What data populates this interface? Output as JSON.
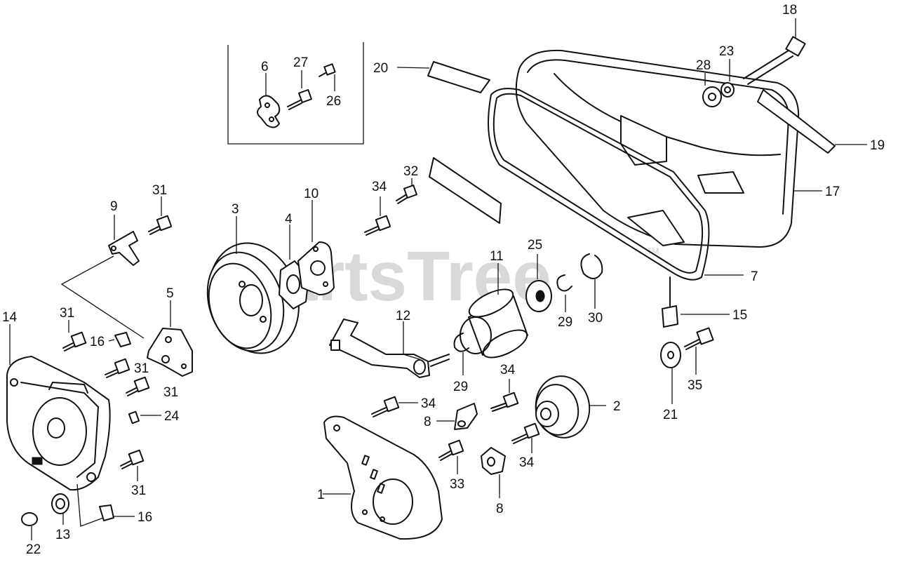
{
  "watermark": {
    "text": "PartsTree",
    "trademark": "TM"
  },
  "callouts": [
    "1",
    "2",
    "3",
    "4",
    "5",
    "6",
    "7",
    "8",
    "8",
    "9",
    "10",
    "11",
    "12",
    "13",
    "14",
    "15",
    "16",
    "16",
    "17",
    "18",
    "19",
    "20",
    "21",
    "22",
    "23",
    "24",
    "25",
    "26",
    "27",
    "28",
    "29",
    "29",
    "30",
    "31",
    "31",
    "31",
    "31",
    "31",
    "32",
    "33",
    "34",
    "34",
    "34",
    "34",
    "35"
  ]
}
